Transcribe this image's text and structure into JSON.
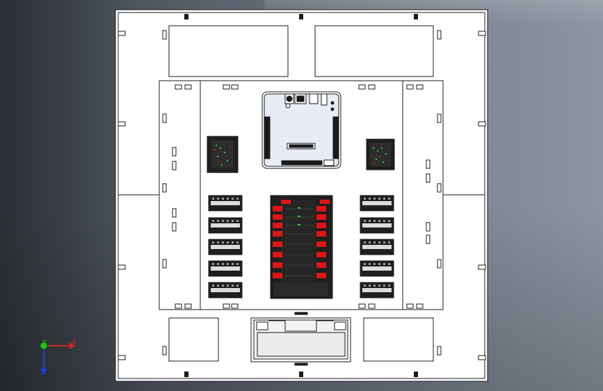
{
  "app": {
    "window_title": ""
  },
  "view": {
    "triad": {
      "x_label": "X",
      "y_label": "Y",
      "z_label": "Z",
      "x_color": "#e02020",
      "y_color": "#20c020",
      "z_color": "#2040e0"
    },
    "colors": {
      "line": "#1a1a1a",
      "sheet": "#ffffff",
      "terminal_red": "#e01515",
      "led_green": "#19e019",
      "board_fill": "#e8ecf4"
    }
  }
}
